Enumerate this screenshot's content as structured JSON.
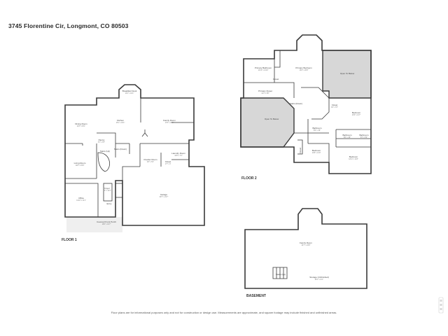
{
  "address": "3745 Florentine Cir, Longmont, CO 80503",
  "floors": {
    "floor1": "FLOOR 1",
    "floor2": "FLOOR 2",
    "basement": "BASEMENT"
  },
  "rooms": {
    "breakfast_nook": {
      "name": "Breakfast Nook",
      "dims": "10'1\" x 10'1\""
    },
    "kitchen": {
      "name": "Kitchen",
      "dims": "15'1\" x 16'1\""
    },
    "family_room_f1": {
      "name": "Family Room",
      "dims": "17'8\" x 19'1\""
    },
    "dining_room": {
      "name": "Dining Room",
      "dims": "11'8\" x 15'1\""
    },
    "pantry": {
      "name": "Pantry",
      "dims": "5'7\" x 5'7\""
    },
    "stairs_up": {
      "name": "Stairs (Up)"
    },
    "stairs_down": {
      "name": "Stairs (Down)"
    },
    "living_room": {
      "name": "Living Room",
      "dims": "12'8\" x 15'8\""
    },
    "powder_room": {
      "name": "Powder Room",
      "dims": "4'8\" x 5'1\""
    },
    "closet_f1": {
      "name": "Closet",
      "dims": "2'7\" x 3'"
    },
    "laundry_room": {
      "name": "Laundry Room",
      "dims": "10'8\" x 7'2\""
    },
    "foyer": {
      "name": "Foyer",
      "dims": "7'8\" x 12'1\""
    },
    "office": {
      "name": "Office",
      "dims": "11'10\" x 11'1\""
    },
    "garage": {
      "name": "Garage",
      "dims": "30'7\" x 21'7\""
    },
    "entry": {
      "name": "Entry"
    },
    "covered_porch": {
      "name": "Covered Front Porch",
      "dims": "16'6\" x 10'7\""
    },
    "primary_bathroom": {
      "name": "Primary Bathroom",
      "dims": "14'11\" x 11'10\""
    },
    "primary_bedroom": {
      "name": "Primary Bedroom",
      "dims": "16'4\" x 20'8\""
    },
    "closet_p": {
      "name": "Closet"
    },
    "primary_closet": {
      "name": "Primary Closet",
      "dims": "14'1\" x 5'8\""
    },
    "open_to_below_1": {
      "name": "Open To Below"
    },
    "open_to_below_2": {
      "name": "Open To Below"
    },
    "stairs_down_f2": {
      "name": "Stairs (Down)"
    },
    "closet_f2": {
      "name": "Closet",
      "dims": "3'6\" x 5'7\""
    },
    "bedroom_1": {
      "name": "Bedroom",
      "dims": "13'6\" x 11'7\""
    },
    "bathroom_1": {
      "name": "Bathroom",
      "dims": "8'9\" x 4'9\""
    },
    "bathroom_2": {
      "name": "Bathroom",
      "dims": "8'6\" x 4'9\""
    },
    "bathroom_3": {
      "name": "Bathroom",
      "dims": "8'7\" x 5'2\""
    },
    "bedroom_2": {
      "name": "Bedroom",
      "dims": "13'8\" x 11'9\""
    },
    "bedroom_3": {
      "name": "Bedroom",
      "dims": "12'11\" x 11'8\""
    },
    "closet_f2b": {
      "name": "Closet"
    },
    "family_room_b": {
      "name": "Family Room",
      "dims": "44'7\" x 24'8\""
    },
    "stairs_up_b": {
      "name": "Stairs (Up)"
    },
    "storage": {
      "name": "Storage (Unfinished)",
      "dims": "48'1\" x 11'1\""
    }
  },
  "disclaimer": "Floor plans are for informational purposes only and not for construction or design use. Measurements are approximate, and square footage may include finished and unfinished areas."
}
